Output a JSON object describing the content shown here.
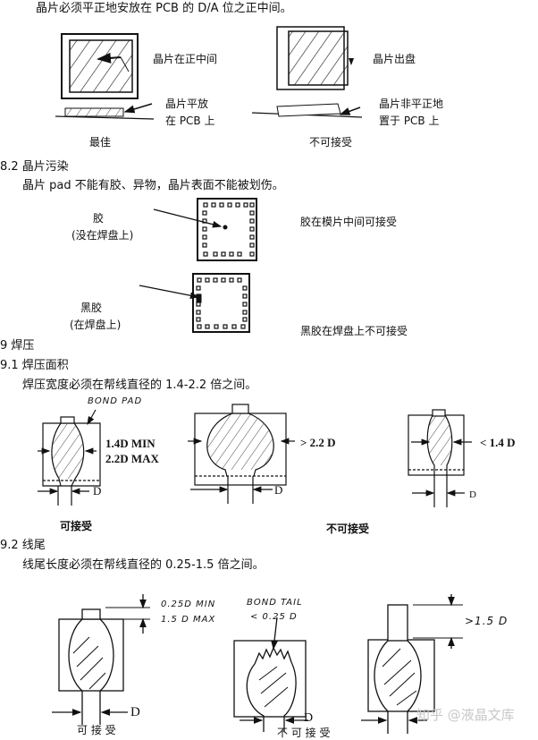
{
  "section8_1": {
    "intro": "晶片必须平正地安放在 PCB 的 D/A 位之正中间。",
    "left": {
      "label_top": "晶片在正中间",
      "label_side_1": "晶片平放",
      "label_side_2": "在 PCB 上",
      "caption": "最佳"
    },
    "right": {
      "label_top": "晶片出盘",
      "label_side_1": "晶片非平正地",
      "label_side_2": "置于 PCB 上",
      "caption": "不可接受"
    }
  },
  "section8_2": {
    "heading": "8.2  晶片污染",
    "intro": "晶片 pad 不能有胶、异物，晶片表面不能被划伤。",
    "case1": {
      "label_1": "胶",
      "label_2": "(没在焊盘上)",
      "result": "胶在模片中间可接受"
    },
    "case2": {
      "label_1": "黑胶",
      "label_2": "(在焊盘上)",
      "result": "黑胶在焊盘上不可接受"
    }
  },
  "section9": {
    "heading": "9  焊压",
    "sub1": {
      "heading": "9.1  焊压面积",
      "intro": "焊压宽度必须在帮线直径的 1.4-2.2 倍之间。",
      "bond_pad": "BOND PAD",
      "min": "1.4D MIN",
      "max": "2.2D MAX",
      "gt": "> 2.2 D",
      "lt": "< 1.4 D",
      "d": "D",
      "ok": "可接受",
      "ng": "不可接受"
    },
    "sub2": {
      "heading": "9.2  线尾",
      "intro": "线尾长度必须在帮线直径的 0.25-1.5 倍之间。",
      "min": "0.25D MIN",
      "max": "1.5 D  MAX",
      "tail_1": "BOND TAIL",
      "tail_2": "< 0.25 D",
      "gt": ">1.5 D",
      "d": "D",
      "ok": "可 接 受",
      "ng": "不 可 接 受"
    }
  },
  "watermark": "知乎 @液晶文库"
}
